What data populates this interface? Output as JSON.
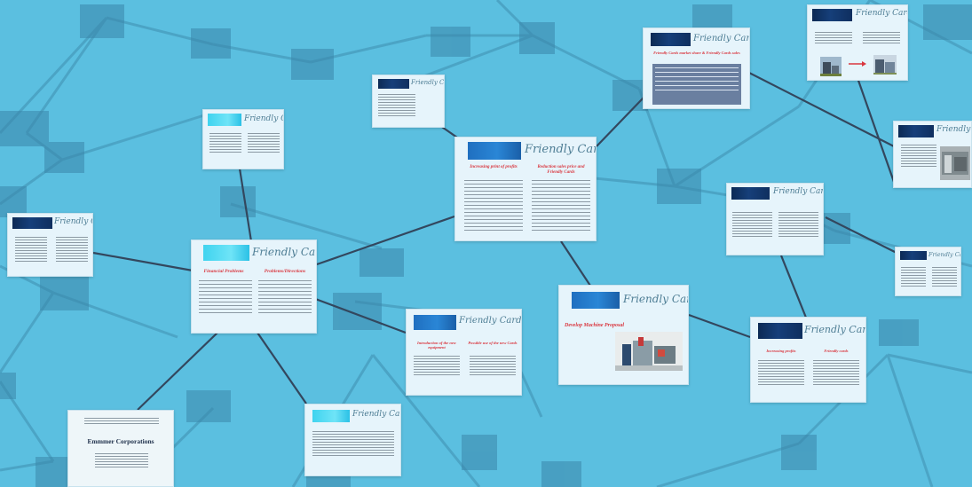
{
  "brand": "Friendly Cards",
  "cards": {
    "main": {
      "heading_left": "Financial Problems",
      "heading_right": "Problems/Directions"
    },
    "center": {
      "heading_left": "Increasing print of profits",
      "heading_right": "Reduction sales price and Friendly Cards"
    },
    "propose": {
      "heading": "Develop Machine Proposal"
    },
    "top_right": {
      "heading": "Friendly Cards market share & Friendly Cards sales"
    },
    "lower_mid": {
      "heading_left": "Introduction of the new equipment",
      "heading_right": "Possible use of the new Cards"
    },
    "right_lower": {
      "heading_left": "Increasing profits",
      "heading_right": "Friendly cards"
    },
    "cover": {
      "company": "Emmmer Corporations"
    }
  }
}
